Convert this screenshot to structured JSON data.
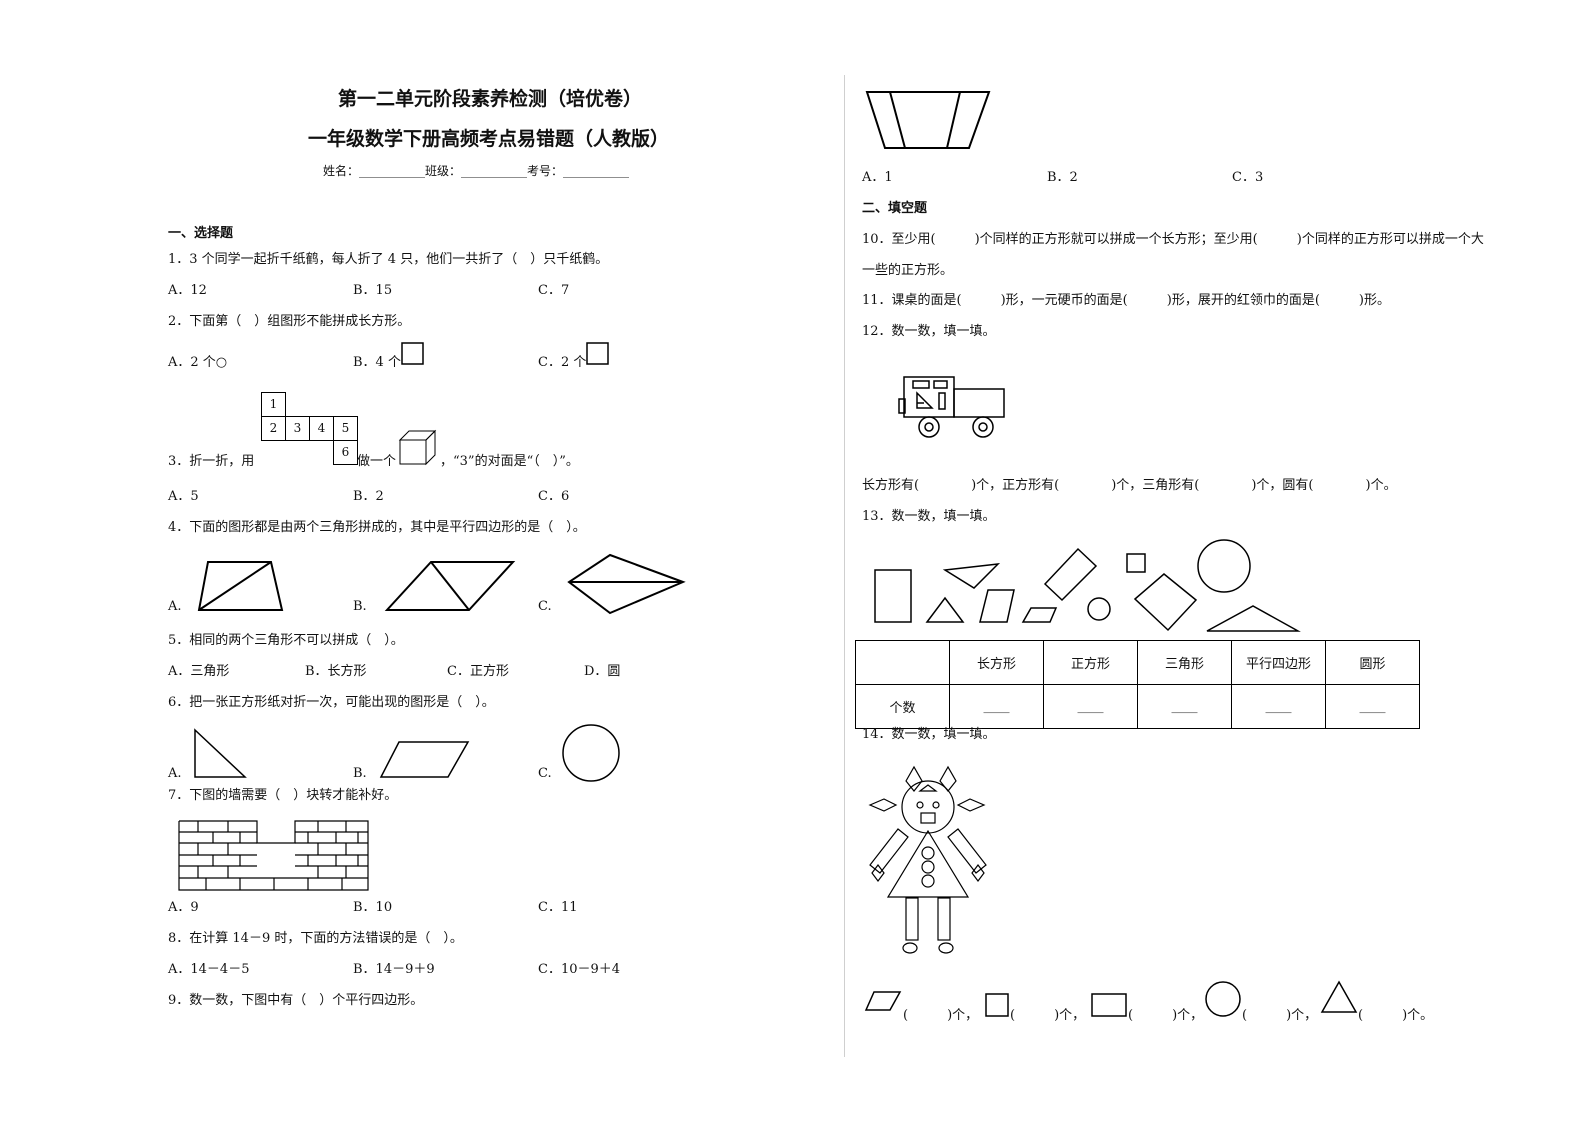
{
  "header": {
    "title1": "第一二单元阶段素养检测（培优卷）",
    "title2": "一年级数学下册高频考点易错题（人教版）",
    "info": "姓名：___________班级：___________考号：___________"
  },
  "left": {
    "section1": "一、选择题",
    "q1": "1．3 个同学一起折千纸鹤，每人折了 4 只，他们一共折了（　）只千纸鹤。",
    "q1_opts": [
      "A．12",
      "B．15",
      "C．7"
    ],
    "q2": "2．下面第（　）组图形不能拼成长方形。",
    "q2_opts": [
      "A．2 个○",
      "B．4 个",
      "C．2 个"
    ],
    "q3_pre": "3．折一折，用",
    "q3_mid": "做一个",
    "q3_post": "，“3”的对面是“（　）”。",
    "net_labels": [
      "1",
      "2",
      "3",
      "4",
      "5",
      "6"
    ],
    "q3_opts": [
      "A．5",
      "B．2",
      "C．6"
    ],
    "q4": "4．下面的图形都是由两个三角形拼成的，其中是平行四边形的是（　）。",
    "q4_opts": [
      "A.",
      "B.",
      "C."
    ],
    "q5": "5．相同的两个三角形不可以拼成（　）。",
    "q5_opts": [
      "A．三角形",
      "B．长方形",
      "C．正方形",
      "D．圆"
    ],
    "q6": "6．把一张正方形纸对折一次，可能出现的图形是（　）。",
    "q6_opts": [
      "A.",
      "B.",
      "C."
    ],
    "q7": "7．下图的墙需要（　）块转才能补好。",
    "q7_opts": [
      "A．9",
      "B．10",
      "C．11"
    ],
    "q8": "8．在计算 14－9 时，下面的方法错误的是（　）。",
    "q8_opts": [
      "A．14－4－5",
      "B．14－9＋9",
      "C．10－9＋4"
    ],
    "q9": "9．数一数，下图中有（　）个平行四边形。"
  },
  "right": {
    "q9_opts": [
      "A．1",
      "B．2",
      "C．3"
    ],
    "section2": "二、填空题",
    "q10_line1": "10．至少用(　　　)个同样的正方形就可以拼成一个长方形；至少用(　　　)个同样的正方形可以拼成一个大",
    "q10_line2": "一些的正方形。",
    "q11": "11．课桌的面是(　　　)形，一元硬币的面是(　　　)形，展开的红领巾的面是(　　　)形。",
    "q12": "12．数一数，填一填。",
    "q12_answer": "长方形有(　　　　)个，正方形有(　　　　)个，三角形有(　　　　)个，圆有(　　　　)个。",
    "q13": "13．数一数，填一填。",
    "table_headers": [
      "长方形",
      "正方形",
      "三角形",
      "平行四边形",
      "圆形"
    ],
    "table_row_label": "个数",
    "table_blanks": [
      "____",
      "____",
      "____",
      "____",
      "____"
    ],
    "q14": "14．数一数，填一填。",
    "q14_blanks": [
      "(　　　)个，",
      "(　　　)个，",
      "(　　　)个，",
      "(　　　)个，",
      "(　　　)个。"
    ]
  }
}
